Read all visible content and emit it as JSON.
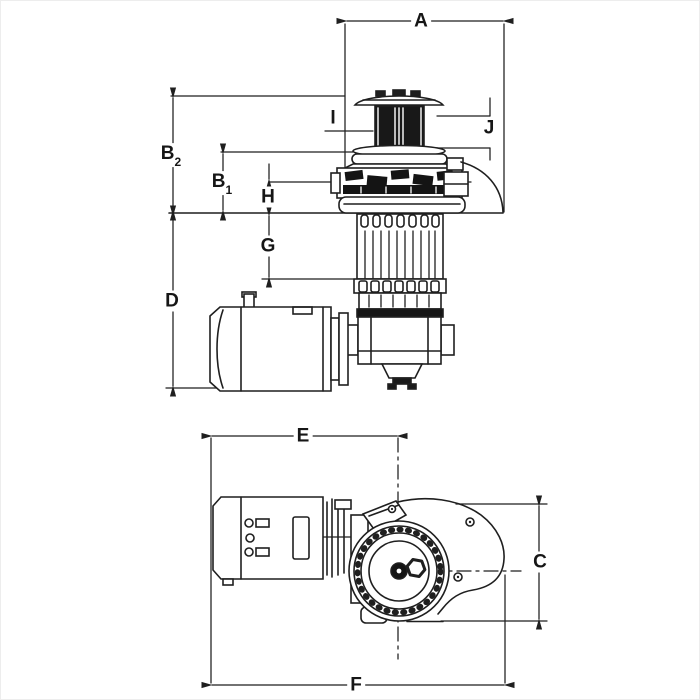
{
  "canvas": {
    "background": "#ffffff",
    "line_color": "#1f1f1f"
  },
  "diagram": {
    "kind": "windlass-dimensional-line-drawing",
    "upper_view": "side elevation of vertical windlass with capstan drum, gypsy, below-deck motor and gearbox",
    "lower_view": "plan view of below-deck motor and chainwheel gearbox housing",
    "labels": {
      "a": "A",
      "i": "I",
      "j": "J",
      "b2": {
        "main": "B",
        "sub": "2"
      },
      "b1": {
        "main": "B",
        "sub": "1"
      },
      "h": "H",
      "g": "G",
      "d": "D",
      "e": "E",
      "f": "F",
      "c": "C"
    }
  }
}
